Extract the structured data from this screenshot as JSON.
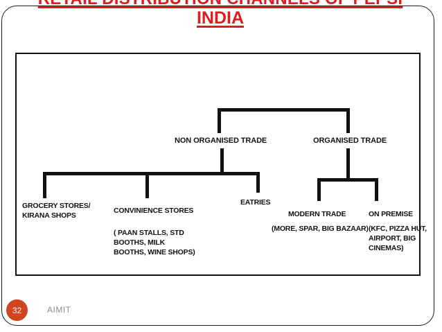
{
  "slide": {
    "title_line1": "RETAIL DISTRIBUTION CHANNELS OF PEPSI",
    "title_line2": "INDIA",
    "title_color": "#e01b1b"
  },
  "diagram": {
    "type": "tree",
    "root_implicit": true,
    "tier1": [
      {
        "id": "non-organised-trade",
        "label": "NON ORGANISED  TRADE"
      },
      {
        "id": "organised-trade",
        "label": "ORGANISED TRADE"
      }
    ],
    "tier2": [
      {
        "id": "grocery-stores",
        "parent": "non-organised-trade",
        "label": "GROCERY STORES/\nKIRANA SHOPS",
        "detail": ""
      },
      {
        "id": "convinience-stores",
        "parent": "non-organised-trade",
        "label": "CONVINIENCE STORES",
        "detail": "( PAAN STALLS, STD\nBOOTHS, MILK\nBOOTHS, WINE SHOPS)"
      },
      {
        "id": "eatries",
        "parent": "non-organised-trade",
        "label": "EATRIES",
        "detail": ""
      },
      {
        "id": "modern-trade",
        "parent": "organised-trade",
        "label": "MODERN TRADE",
        "detail": "(MORE, SPAR, BIG BAZAAR)"
      },
      {
        "id": "on-premise",
        "parent": "organised-trade",
        "label": "ON PREMISE",
        "detail": "(KFC, PIZZA HUT,\nAIRPORT, BIG\nCINEMAS)"
      }
    ]
  },
  "footer": {
    "page_number": "32",
    "organisation": "AIMIT",
    "badge_color": "#cf4520"
  }
}
